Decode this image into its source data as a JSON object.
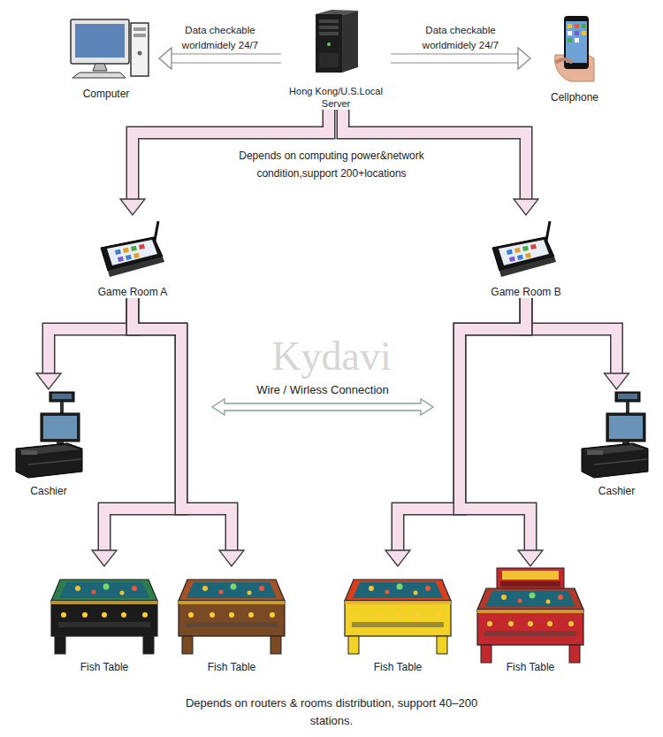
{
  "diagram": {
    "nodes": [
      {
        "text": [
          "Computer"
        ]
      },
      {
        "text": [
          "Hong Kong/U.S.Local Server"
        ]
      },
      {
        "text": [
          "Cellphone"
        ]
      },
      {
        "text": [
          "Game Room A"
        ]
      },
      {
        "text": [
          "Game Room B"
        ]
      },
      {
        "text": [
          "Cashier"
        ]
      },
      {
        "text": [
          "Cashier"
        ]
      },
      {
        "text": [
          "Fish Table"
        ]
      },
      {
        "text": [
          "Fish Table"
        ]
      },
      {
        "text": [
          "Fish Table"
        ]
      },
      {
        "text": [
          "Fish Table"
        ]
      }
    ],
    "edges": [
      {
        "from": 1,
        "to": 0,
        "label": "Data checkable worldmidely 24/7",
        "arrow": "to"
      },
      {
        "from": 1,
        "to": 2,
        "label": "Data checkable worldmidely 24/7",
        "arrow": "to"
      },
      {
        "from": 1,
        "to": 3,
        "arrow": "to"
      },
      {
        "from": 1,
        "to": 4,
        "arrow": "to"
      },
      {
        "from": 3,
        "to": 5,
        "arrow": "to"
      },
      {
        "from": 3,
        "to": 7,
        "arrow": "to"
      },
      {
        "from": 3,
        "to": 8,
        "arrow": "to"
      },
      {
        "from": 4,
        "to": 6,
        "arrow": "to"
      },
      {
        "from": 4,
        "to": 9,
        "arrow": "to"
      },
      {
        "from": 4,
        "to": 10,
        "arrow": "to"
      }
    ],
    "labels": [
      "Depends on computing power&network condition,support 200+locations",
      "Kydavi",
      "Wire / Wirless Connection",
      "Depends on routers & rooms distribution, support 40–200 stations."
    ]
  }
}
